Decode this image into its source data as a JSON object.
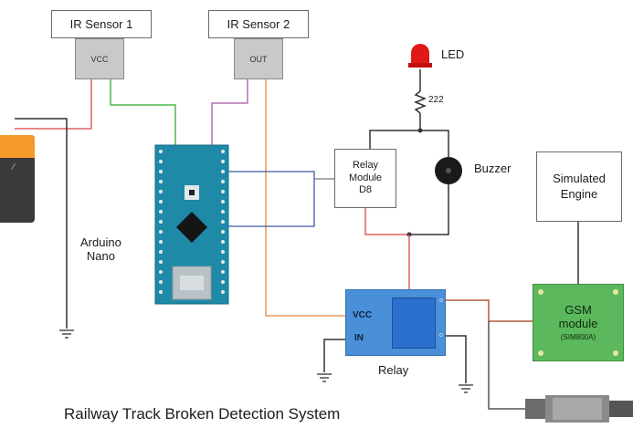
{
  "title": "Railway Track Broken Detection System",
  "sensors": [
    {
      "name": "IR Sensor 1",
      "pin": "VCC"
    },
    {
      "name": "IR Sensor 2",
      "pin": "OUT"
    }
  ],
  "led_label": "LED",
  "resistor_label": "222",
  "buzzer_label": "Buzzer",
  "relay_module": {
    "line1": "Relay",
    "line2": "Module",
    "line3": "D8"
  },
  "engine": {
    "line1": "Simulated",
    "line2": "Engine"
  },
  "arduino": {
    "line1": "Arduino",
    "line2": "Nano"
  },
  "relay_board": {
    "caption": "Relay",
    "vcc": "VCC",
    "in": "IN"
  },
  "gsm": {
    "line1": "GSM",
    "line2": "module",
    "line3": "(SIM800A)"
  },
  "colors": {
    "red_wire": "#e06060",
    "green_wire": "#4db84d",
    "purple_wire": "#b070b0",
    "orange_wire": "#e89a5a",
    "blue_wire": "#3a5aa0",
    "black_wire": "#333333",
    "gray_wire": "#777777",
    "led_red": "#e01818",
    "arduino_blue": "#1e8aa8",
    "relay_blue": "#4a90d9",
    "gsm_green": "#5cb85c",
    "battery_orange": "#f39a2b"
  },
  "icons": [
    "led-icon",
    "resistor-icon",
    "buzzer-icon",
    "ground-icon",
    "arduino-board-icon",
    "battery-icon",
    "motor-plug-icon"
  ]
}
